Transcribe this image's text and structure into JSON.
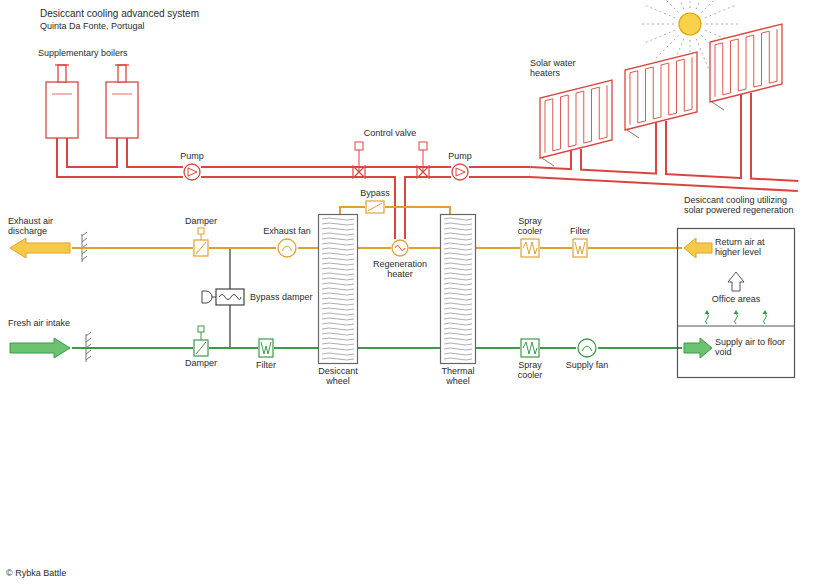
{
  "diagram": {
    "title": "Desiccant cooling advanced system",
    "nodes": [
      {
        "text": [
          "Supplementary boilers"
        ]
      },
      {
        "text": [
          "Pump"
        ]
      },
      {
        "text": [
          "Control valve"
        ]
      },
      {
        "text": [
          "Pump"
        ]
      },
      {
        "text": [
          "Solar water heaters"
        ]
      },
      {
        "text": [
          "Exhaust air discharge"
        ]
      },
      {
        "text": [
          "Damper"
        ]
      },
      {
        "text": [
          "Exhaust fan"
        ]
      },
      {
        "text": [
          "Bypass"
        ]
      },
      {
        "text": [
          "Regeneration heater"
        ]
      },
      {
        "text": [
          "Spray cooler"
        ]
      },
      {
        "text": [
          "Filter"
        ]
      },
      {
        "text": [
          "Office areas"
        ]
      },
      {
        "text": [
          "Return air at higher level"
        ],
        "in": 12
      },
      {
        "text": [
          "Supply air to floor void"
        ],
        "in": 12
      },
      {
        "text": [
          "Bypass damper"
        ]
      },
      {
        "text": [
          "Fresh air intake"
        ]
      },
      {
        "text": [
          "Damper"
        ]
      },
      {
        "text": [
          "Filter"
        ]
      },
      {
        "text": [
          "Desiccant wheel"
        ]
      },
      {
        "text": [
          "Thermal wheel"
        ]
      },
      {
        "text": [
          "Spray cooler"
        ]
      },
      {
        "text": [
          "Supply fan"
        ]
      }
    ],
    "edges": [
      {
        "from": 0,
        "to": 1,
        "arrow": "none"
      },
      {
        "from": 1,
        "to": 2,
        "arrow": "none"
      },
      {
        "from": 2,
        "to": 3,
        "arrow": "none"
      },
      {
        "from": 3,
        "to": 4,
        "arrow": "none"
      },
      {
        "from": 2,
        "to": 9,
        "arrow": "none"
      },
      {
        "from": 13,
        "to": 11,
        "arrow": "none"
      },
      {
        "from": 11,
        "to": 10,
        "arrow": "none"
      },
      {
        "from": 10,
        "to": 20,
        "arrow": "none"
      },
      {
        "from": 20,
        "to": 9,
        "arrow": "none"
      },
      {
        "from": 9,
        "to": 19,
        "arrow": "none"
      },
      {
        "from": 19,
        "to": 7,
        "arrow": "none"
      },
      {
        "from": 7,
        "to": 6,
        "arrow": "none"
      },
      {
        "from": 6,
        "to": 5,
        "arrow": "none"
      },
      {
        "from": 20,
        "to": 8,
        "arrow": "none"
      },
      {
        "from": 8,
        "to": 19,
        "arrow": "none"
      },
      {
        "from": 16,
        "to": 17,
        "arrow": "none"
      },
      {
        "from": 17,
        "to": 18,
        "arrow": "none"
      },
      {
        "from": 18,
        "to": 19,
        "arrow": "none"
      },
      {
        "from": 19,
        "to": 20,
        "arrow": "none"
      },
      {
        "from": 20,
        "to": 21,
        "arrow": "none"
      },
      {
        "from": 21,
        "to": 22,
        "arrow": "none"
      },
      {
        "from": 22,
        "to": 14,
        "arrow": "none"
      }
    ],
    "labels": [
      "Quinta Da Fonte, Portugal",
      "Desiccant cooling utilizing solar powered regeneration",
      "© Rybka Battle"
    ]
  }
}
